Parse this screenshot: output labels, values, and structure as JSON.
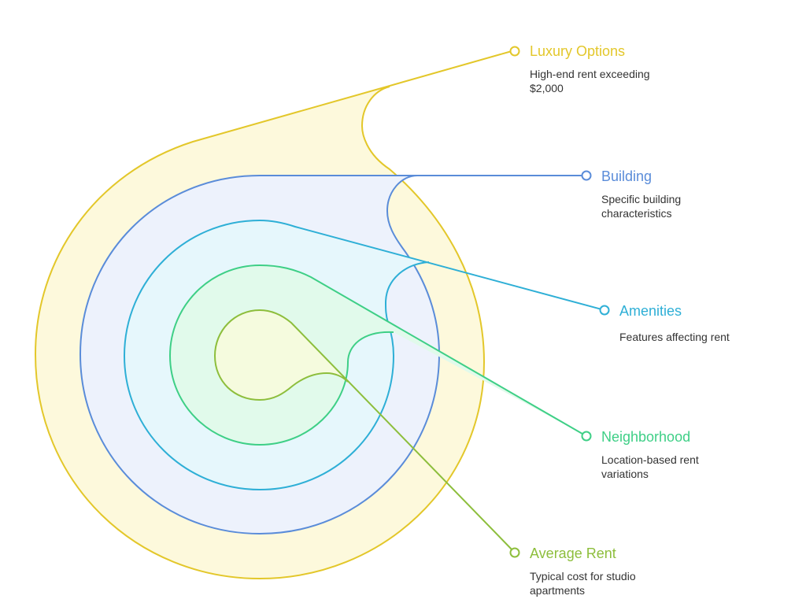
{
  "colors": {
    "luxury": "#E3C72A",
    "building": "#5A8CD9",
    "amenities": "#2EAFD6",
    "neighborhood": "#3ECF86",
    "average": "#8DBE3C",
    "luxury_fill": "#FDF9DC",
    "building_fill": "#EDF2FC",
    "amenities_fill": "#E6F7FC",
    "neighborhood_fill": "#E1FAEB",
    "average_fill": "#F5FBDE"
  },
  "layers": [
    {
      "id": "luxury",
      "title": "Luxury Options",
      "description": "High-end rent exceeding $2,000"
    },
    {
      "id": "building",
      "title": "Building",
      "description": "Specific building characteristics"
    },
    {
      "id": "amenities",
      "title": "Amenities",
      "description": "Features affecting rent"
    },
    {
      "id": "neighborhood",
      "title": "Neighborhood",
      "description": "Location-based rent variations"
    },
    {
      "id": "average",
      "title": "Average Rent",
      "description": "Typical cost for studio apartments"
    }
  ]
}
